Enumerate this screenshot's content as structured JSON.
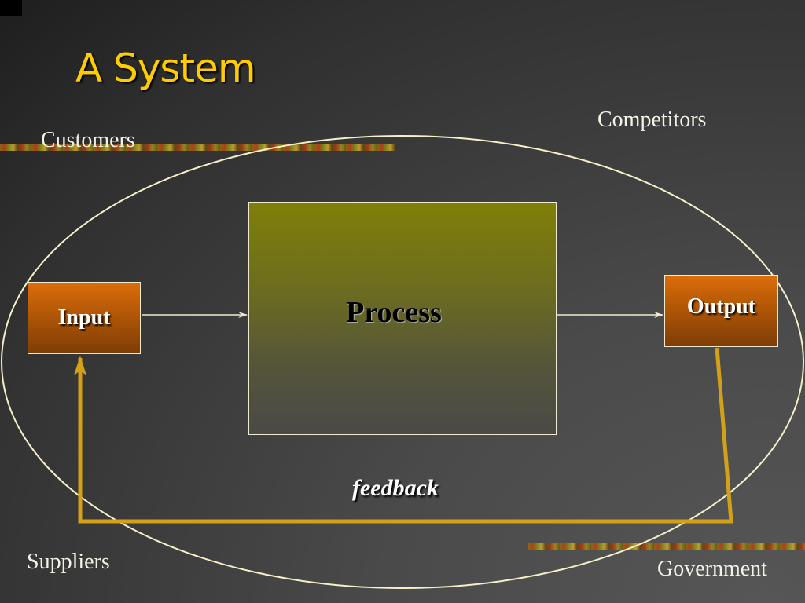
{
  "slide": {
    "title": "A System"
  },
  "environment": {
    "customers": "Customers",
    "competitors": "Competitors",
    "suppliers": "Suppliers",
    "government": "Government"
  },
  "system": {
    "input_label": "Input",
    "process_label": "Process",
    "output_label": "Output",
    "feedback_label": "feedback"
  },
  "colors": {
    "title": "#ffcc00",
    "box_orange": "#c86008",
    "process_olive": "#7f7f08",
    "feedback_line": "#d4a017",
    "boundary": "#f5f0c8"
  }
}
